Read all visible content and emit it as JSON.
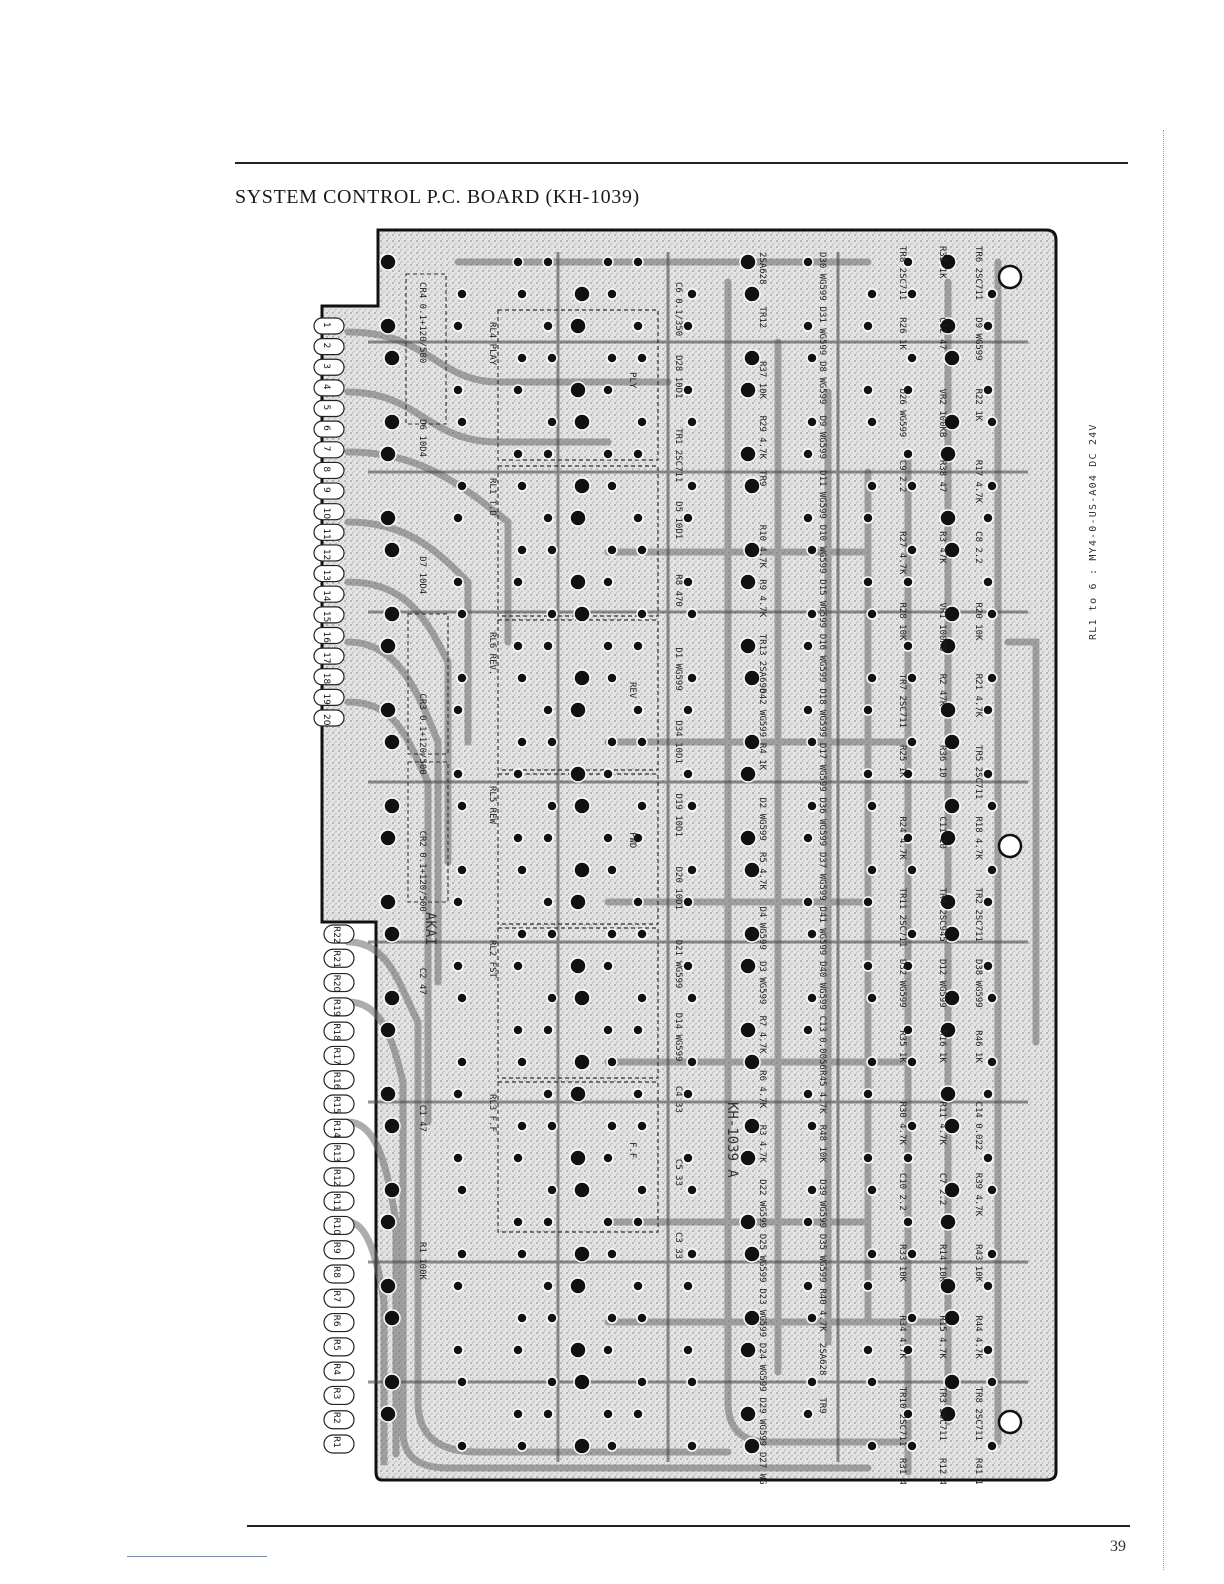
{
  "page": {
    "title": "SYSTEM  CONTROL P.C. BOARD (KH-1039)",
    "number": "39",
    "side_note": "RL1 to 6 : MY4-0-US-A04 DC 24V"
  },
  "board": {
    "relays": [
      {
        "id": "rl4",
        "label": "RL4 PLAY"
      },
      {
        "id": "rl1",
        "label": "RL1 T.D"
      },
      {
        "id": "rl6",
        "label": "RL6 REV."
      },
      {
        "id": "rl5",
        "label": "RL5 REW"
      },
      {
        "id": "rl2",
        "label": "RL2 FST"
      },
      {
        "id": "rl3",
        "label": "RL3 F.F"
      }
    ],
    "relay_coils": [
      "PLY",
      "REV",
      "FWD",
      "F.F"
    ],
    "edge_pads_top": [
      "1",
      "2",
      "3",
      "4",
      "5",
      "6",
      "7",
      "8",
      "9",
      "10",
      "11",
      "12",
      "13",
      "14",
      "15",
      "16",
      "17",
      "18",
      "19",
      "20"
    ],
    "edge_pads_bottom": [
      "R22",
      "R21",
      "R20",
      "R19",
      "R18",
      "R17",
      "R16",
      "R15",
      "R14",
      "R13",
      "R12",
      "R11",
      "R10",
      "R9",
      "R8",
      "R7",
      "R6",
      "R5",
      "R4",
      "R3",
      "R2",
      "R1"
    ],
    "left_components": [
      "CR4 0.1+120/500",
      "D6 10D4",
      "D7 10D4",
      "CR3 0.1+120/500",
      "CR2 0.1+120/500",
      "C2 47",
      "C1 47",
      "R1 100K"
    ],
    "center_components": [
      "C6 0.1/350",
      "D28 10D1",
      "TR1 2SC711",
      "D5 10D1",
      "R8 470",
      "D1 WG599",
      "D34 10D1",
      "D19 10D1",
      "D20 10D1",
      "D21 WG599",
      "D14 WG599",
      "C4 33",
      "C5 33",
      "C3 33"
    ],
    "right_components": [
      "TR8 2SC711",
      "R26 1K",
      "D26 WG599",
      "C9 2.2",
      "R27 4.7K",
      "R28 10K",
      "TR7 2SC711",
      "R25 1K",
      "R24 4.7K",
      "TR11 2SC711",
      "D32 WG599",
      "R35 1K",
      "R30 4.7K",
      "C10 2.2",
      "R33 10K",
      "R34 4.7K",
      "TR10 2SC711",
      "R31 4.7K",
      "R32 1K",
      "C12 47",
      "VR2 100KB",
      "R38 47",
      "R3 47K",
      "VR1 100KB",
      "R2 47K",
      "R36 10",
      "C11 10",
      "TR4 2SC945",
      "D12 WG599",
      "R16 1K",
      "R11 4.7K",
      "C7 2.2",
      "R14 10K",
      "R15 4.7K",
      "TR3 2SC711",
      "R12 4.7K",
      "TR6 2SC711",
      "D9 WG599",
      "R22 1K",
      "R17 4.7K",
      "C8 2.2",
      "R20 10K",
      "R21 4.7K",
      "TR5 2SC711",
      "R18 4.7K",
      "TR2 2SC711",
      "D38 WG599",
      "R46 1K",
      "C14 0.022",
      "R39 4.7K",
      "R43 10K",
      "R44 4.7K",
      "TR8 2SC711",
      "R41 1K"
    ],
    "mid_components": [
      "2SA628",
      "TR12",
      "R37 10K",
      "R29 4.7K",
      "TR9",
      "R10 4.7K",
      "R9 4.7K",
      "TR13 2SA696",
      "D42 WG599",
      "R4 1K",
      "D2 WG599",
      "R5 4.7K",
      "D4 WG599",
      "D3 WG599",
      "R7 4.7K",
      "R6 4.7K",
      "R3 4.7K",
      "D22 WG599",
      "D25 WG599",
      "D23 WG599",
      "D24 WG599",
      "D29 WG599",
      "D27 WG599",
      "D30 WG599",
      "D31 WG599",
      "D8 WG599",
      "D9 WG599",
      "D11 WG599",
      "D10 WG599",
      "D15 WG599",
      "D16 WG599",
      "D18 WG599",
      "D17 WG599",
      "D36 WG599",
      "D37 WG599",
      "D41 WG599",
      "D40 WG599",
      "C13 0.0056",
      "R45 4.7K",
      "R48 10K",
      "D39 WG599",
      "D35 WG599",
      "R40 4.7K",
      "2SA628",
      "TR9"
    ],
    "board_id": "KH-1039 A",
    "maker": "AKAI"
  }
}
